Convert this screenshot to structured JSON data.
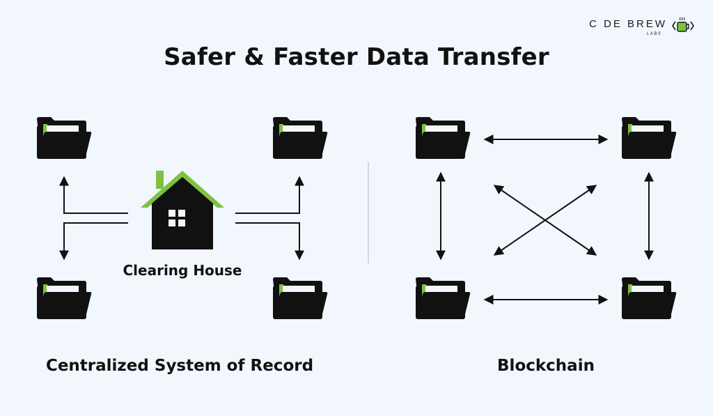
{
  "title": "Safer & Faster Data Transfer",
  "logo": {
    "wordmark": "C DE BREW",
    "sub": "LABS",
    "accent": "#7cc242"
  },
  "left_panel": {
    "hub_label": "Clearing House",
    "caption": "Centralized System of Record"
  },
  "right_panel": {
    "caption": "Blockchain"
  },
  "colors": {
    "background": "#f1f7fc",
    "ink": "#111111",
    "accent": "#7cc242",
    "divider": "#c9ccd1"
  },
  "icons": [
    "folder-icon",
    "house-icon",
    "arrow-icon",
    "coffee-mug-icon"
  ]
}
